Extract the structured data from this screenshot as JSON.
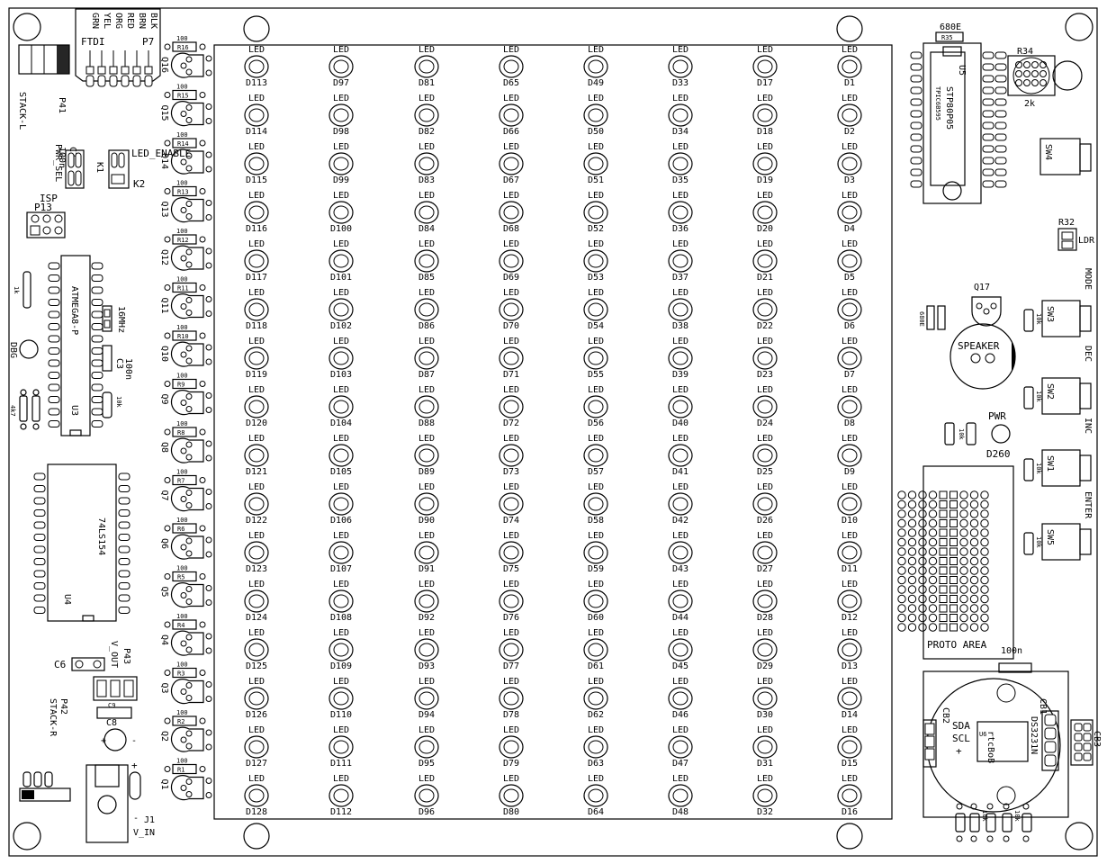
{
  "board": {
    "stack_l": "STACK-L",
    "p41": "P41",
    "ftdi": "FTDI",
    "p7": "P7",
    "wire_colors": [
      "BLK",
      "BRN",
      "RED",
      "ORG",
      "YEL",
      "GRN"
    ],
    "c7": "C7",
    "c7_val": "100n",
    "pwr_sel": "PWR_SEL",
    "k1": "K1",
    "led_enable": "LED_ENABLE",
    "k2": "K2",
    "isp": "ISP",
    "p13": "P13",
    "r_1k": "1k",
    "u3": "ATMEGA8-P",
    "u3_ref": "U3",
    "x1": "16MHz",
    "c3": "C3",
    "c3_val": "100n",
    "r10k": "10k",
    "dbg": "DBG",
    "r_4k7": "4k7",
    "u4": "74LS154",
    "u4_ref": "U4",
    "c6": "C6",
    "p43": "P43",
    "v_out": "V_OUT",
    "c9": "C9",
    "c8": "C8",
    "stack_r": "STACK-R",
    "p42": "P42",
    "j1": "J1",
    "v_in": "V_IN",
    "plus": "+",
    "minus": "-",
    "r100": "100",
    "led_word": "LED",
    "r35": "R35",
    "r35_val": "680E",
    "u5": "U5",
    "u5_part": "STP80P05",
    "u5_mark": "TPIC6B595",
    "r34": "R34",
    "r34_val": "2k",
    "sw4": "SW4",
    "r32": "R32",
    "ldr": "LDR",
    "q17": "Q17",
    "r680e": "680E",
    "speaker": "SPEAKER",
    "sw3": "SW3",
    "mode": "MODE",
    "sw2": "SW2",
    "dec": "DEC",
    "pwr": "PWR",
    "d260": "D260",
    "sw1": "SW1",
    "inc": "INC",
    "sw5": "SW5",
    "enter": "ENTER",
    "proto_area": "PROTO AREA",
    "c10": "100n",
    "cb1": "CB1",
    "cb2": "CB2",
    "cb3": "CB3",
    "sda": "SDA",
    "scl": "SCL",
    "u6": "U6",
    "ds3231n": "DS3231N",
    "rtcbob": "rtcBoB",
    "r37": "10k"
  },
  "transistors": [
    "Q16",
    "Q15",
    "Q14",
    "Q13",
    "Q12",
    "Q11",
    "Q10",
    "Q9",
    "Q8",
    "Q7",
    "Q6",
    "Q5",
    "Q4",
    "Q3",
    "Q2",
    "Q1"
  ],
  "row_resistors": [
    "R16",
    "R15",
    "R14",
    "R13",
    "R12",
    "R11",
    "R10",
    "R9",
    "R8",
    "R7",
    "R6",
    "R5",
    "R4",
    "R3",
    "R2",
    "R1"
  ],
  "led_grid": [
    [
      "D113",
      "D97",
      "D81",
      "D65",
      "D49",
      "D33",
      "D17",
      "D1"
    ],
    [
      "D114",
      "D98",
      "D82",
      "D66",
      "D50",
      "D34",
      "D18",
      "D2"
    ],
    [
      "D115",
      "D99",
      "D83",
      "D67",
      "D51",
      "D35",
      "D19",
      "D3"
    ],
    [
      "D116",
      "D100",
      "D84",
      "D68",
      "D52",
      "D36",
      "D20",
      "D4"
    ],
    [
      "D117",
      "D101",
      "D85",
      "D69",
      "D53",
      "D37",
      "D21",
      "D5"
    ],
    [
      "D118",
      "D102",
      "D86",
      "D70",
      "D54",
      "D38",
      "D22",
      "D6"
    ],
    [
      "D119",
      "D103",
      "D87",
      "D71",
      "D55",
      "D39",
      "D23",
      "D7"
    ],
    [
      "D120",
      "D104",
      "D88",
      "D72",
      "D56",
      "D40",
      "D24",
      "D8"
    ],
    [
      "D121",
      "D105",
      "D89",
      "D73",
      "D57",
      "D41",
      "D25",
      "D9"
    ],
    [
      "D122",
      "D106",
      "D90",
      "D74",
      "D58",
      "D42",
      "D26",
      "D10"
    ],
    [
      "D123",
      "D107",
      "D91",
      "D75",
      "D59",
      "D43",
      "D27",
      "D11"
    ],
    [
      "D124",
      "D108",
      "D92",
      "D76",
      "D60",
      "D44",
      "D28",
      "D12"
    ],
    [
      "D125",
      "D109",
      "D93",
      "D77",
      "D61",
      "D45",
      "D29",
      "D13"
    ],
    [
      "D126",
      "D110",
      "D94",
      "D78",
      "D62",
      "D46",
      "D30",
      "D14"
    ],
    [
      "D127",
      "D111",
      "D95",
      "D79",
      "D63",
      "D47",
      "D31",
      "D15"
    ],
    [
      "D128",
      "D112",
      "D96",
      "D80",
      "D64",
      "D48",
      "D32",
      "D16"
    ]
  ]
}
